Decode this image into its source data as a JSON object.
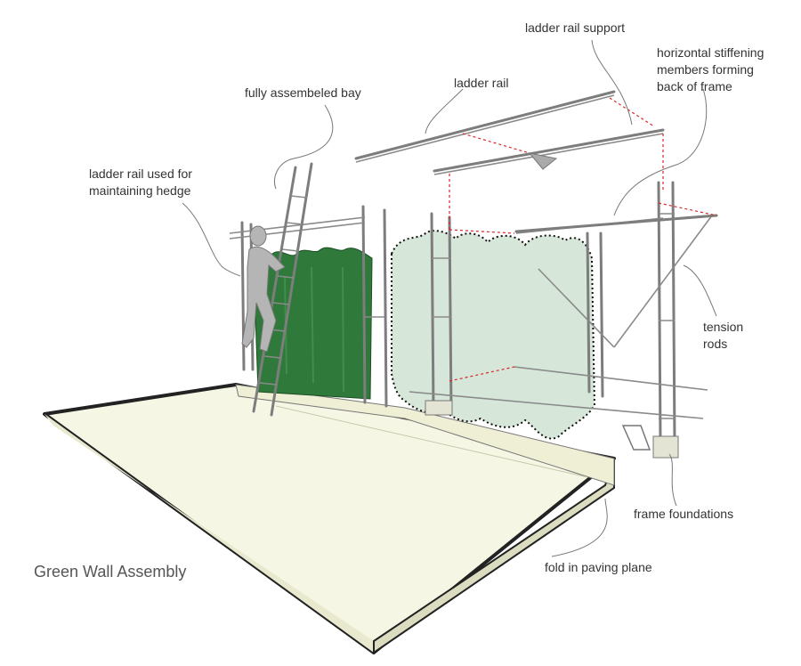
{
  "figure": {
    "title": "Green Wall Assembly"
  },
  "labels": {
    "ladder_rail_support": "ladder rail support",
    "stiffening_line1": "horizontal stiffening",
    "stiffening_line2": "members forming",
    "stiffening_line3": "back of frame",
    "ladder_rail": "ladder rail",
    "fully_assembled_bay": "fully assembeled bay",
    "ladder_rail_used_line1": "ladder rail used for",
    "ladder_rail_used_line2": "maintaining hedge",
    "tension_rods_line1": "tension",
    "tension_rods_line2": "rods",
    "frame_foundations": "frame foundations",
    "fold_in_paving": "fold in paving plane"
  },
  "colors": {
    "paving": "#f6f6e4",
    "hedge_dark": "#2f7a3a",
    "hedge_light": "#d6e6d8",
    "steel": "#7d7d7d",
    "construction_line": "#d9262c",
    "text": "#333333"
  }
}
